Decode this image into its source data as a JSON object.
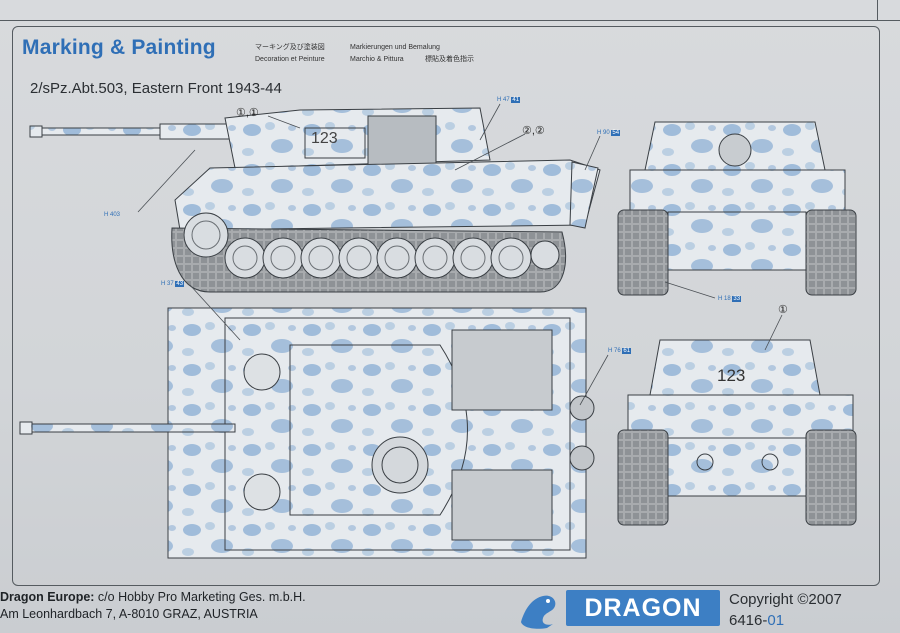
{
  "header": {
    "title": "Marking & Painting",
    "sub_japanese": "マーキング及び塗装図",
    "sub_french": "Decoration et Peinture",
    "sub_german": "Markierungen und Bemalung",
    "sub_italian": "Marchio & Pittura",
    "sub_chinese": "標貼及着色指示"
  },
  "caption": "2/sPz.Abt.503, Eastern Front 1943-44",
  "markers": {
    "m11": "①,①",
    "m22": "②,②",
    "m1": "①"
  },
  "turret_number": "123",
  "color_refs": [
    {
      "id": "ref-h47",
      "h": "H 47",
      "code": "41"
    },
    {
      "id": "ref-h90",
      "h": "H 90",
      "code": "54"
    },
    {
      "id": "ref-h403",
      "h": "H 403",
      "code": ""
    },
    {
      "id": "ref-h18",
      "h": "H 18",
      "code": "33"
    },
    {
      "id": "ref-h37",
      "h": "H 37",
      "code": "43"
    },
    {
      "id": "ref-h76",
      "h": "H 76",
      "code": "61"
    }
  ],
  "footer": {
    "company_bold": "Dragon Europe:",
    "company_rest": " c/o Hobby Pro Marketing Ges. m.b.H.",
    "address": "Am Leonhardbach 7, A-8010 GRAZ, AUSTRIA",
    "logo": "DRAGON",
    "copyright": "Copyright ©2007",
    "code_main": "6416-",
    "code_suffix": "01"
  },
  "colors": {
    "accent": "#2f6fb6",
    "camo_white": "#e8ecef",
    "camo_blue": "#8fb0d4",
    "line": "#3a3f44"
  }
}
